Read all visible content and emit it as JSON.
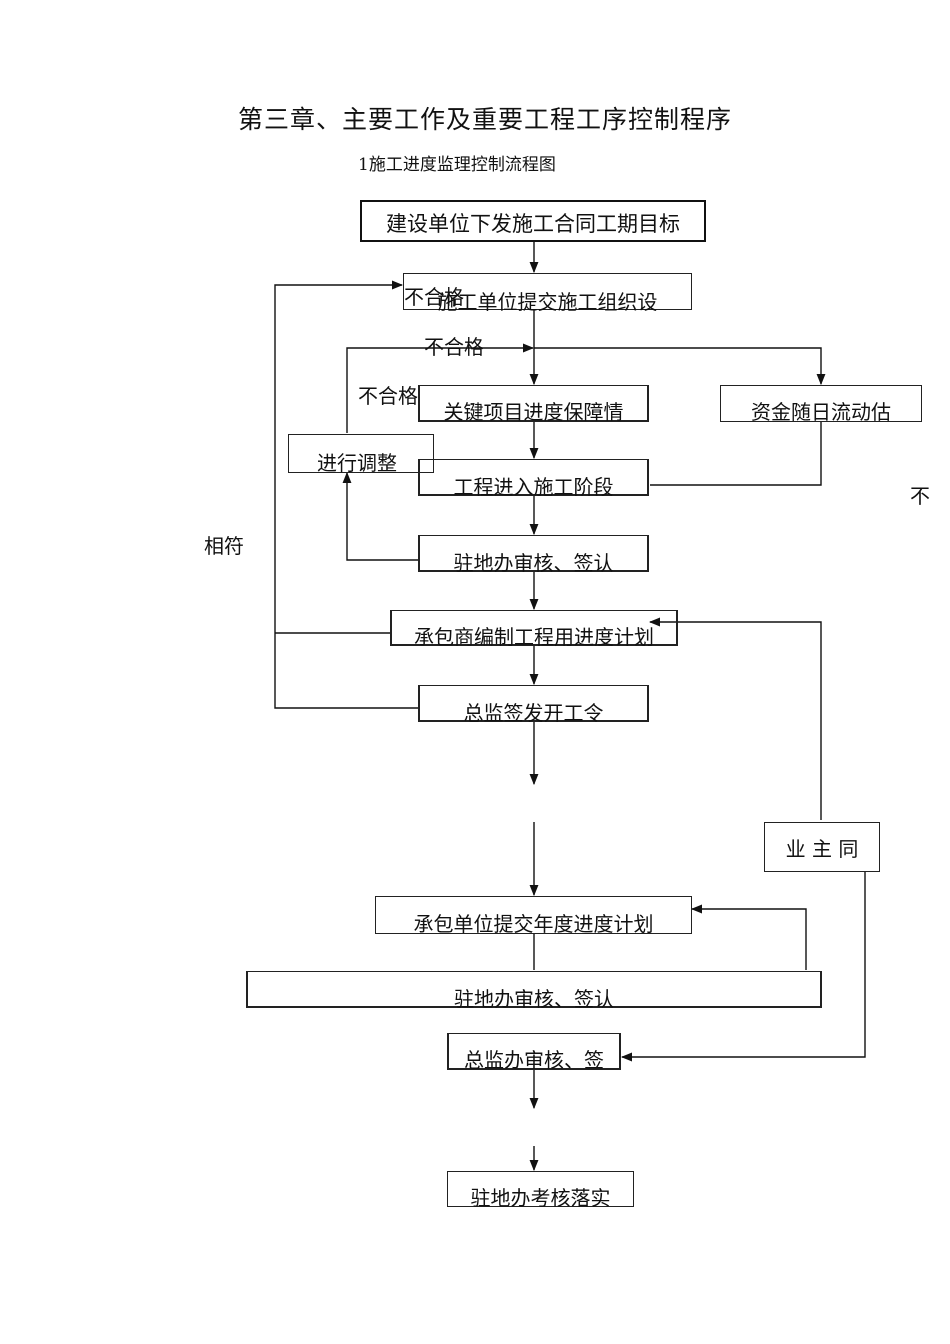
{
  "title": "第三章、主要工作及重要工程工序控制程序",
  "subtitle": "1施工进度监理控制流程图",
  "nodes": {
    "n1": "建设单位下发施工合同工期目标",
    "n2": "施工单位提交施工组织设",
    "n3": "关键项目进度保障情",
    "n4": "资金随日流动估",
    "n5": "进行调整",
    "n6": "工程进入施工阶段",
    "n7": "驻地办审核、签认",
    "n8": "承包商编制工程用进度计划",
    "n9": "总监签发开工令",
    "n10": "业 主 同",
    "n11": "承包单位提交年度进度计划",
    "n12": "驻地办审核、签认",
    "n13": "总监办审核、签",
    "n14": "驻地办考核落实"
  },
  "labels": {
    "buhege1": "不合格",
    "buhege2": "不合格",
    "buhege3": "不合格",
    "xiangfu": "相符",
    "bu": "不"
  }
}
